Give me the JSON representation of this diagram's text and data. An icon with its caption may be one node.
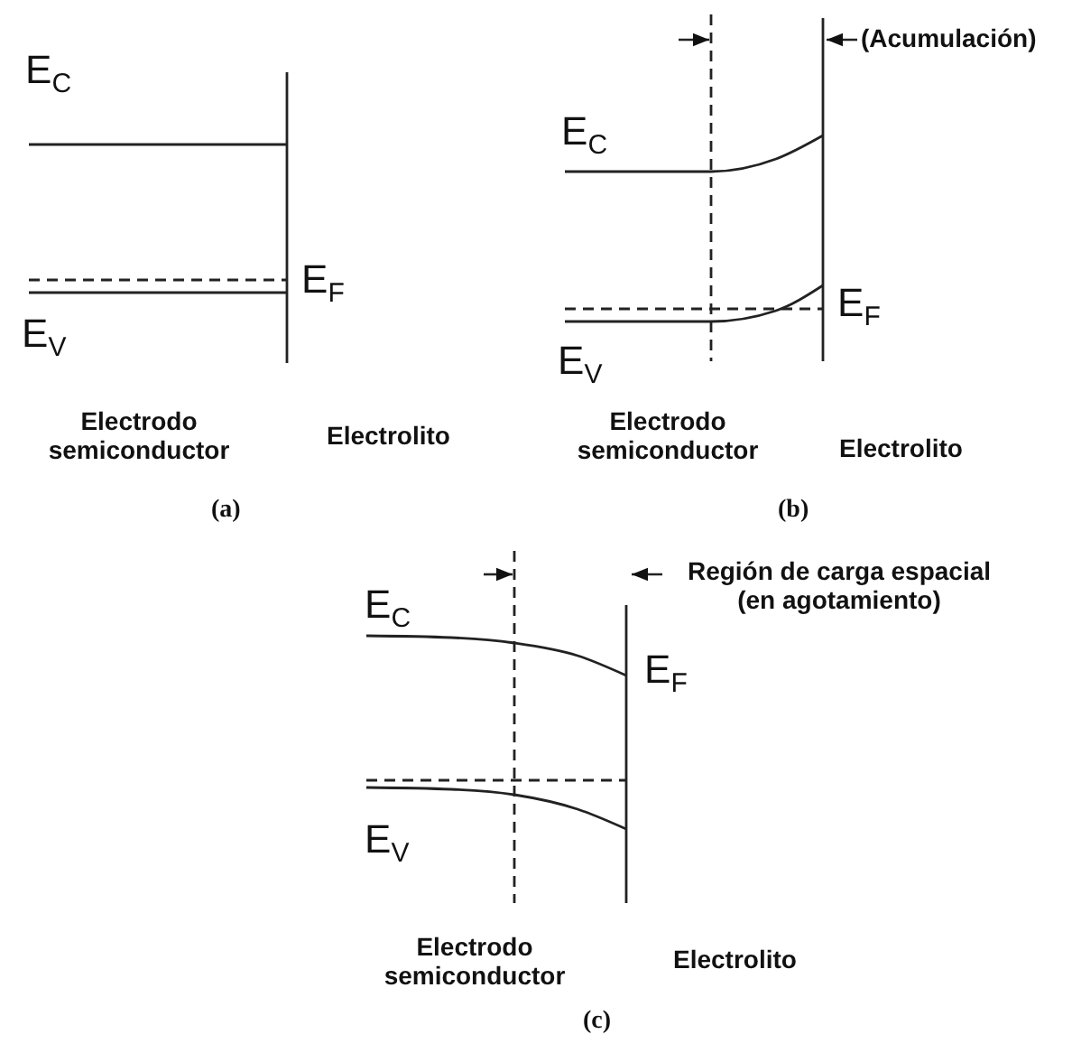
{
  "diagram": {
    "labels": [
      "E$_{C}$",
      "E$_{F}$",
      "E$_{V}$",
      "Electrodo semiconductor",
      "Electrolito",
      "(a)",
      "(Acumulación)",
      "E$_{C}$",
      "E$_{F}$",
      "E$_{V}$",
      "Electrodo semiconductor",
      "Electrolito",
      "(b)",
      "Región de carga espacial (en agotamiento)",
      "E$_{C}$",
      "E$_{F}$",
      "E$_{V}$",
      "Electrodo semiconductor",
      "Electrolito",
      "(c)"
    ]
  }
}
